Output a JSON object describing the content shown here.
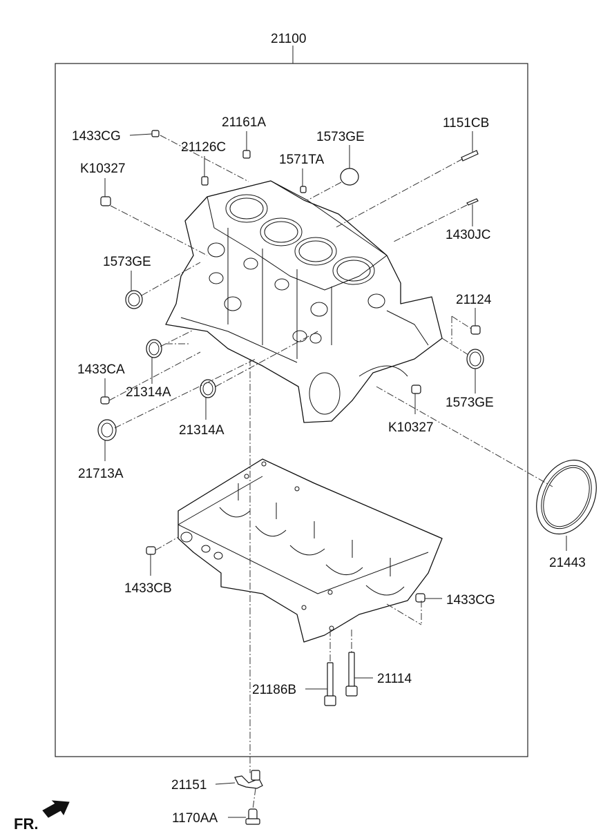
{
  "labels": {
    "assembly": "21100",
    "fr": "FR.",
    "l_1433CG_top": "1433CG",
    "l_21161A": "21161A",
    "l_21126C": "21126C",
    "l_1573GE_top": "1573GE",
    "l_1571TA": "1571TA",
    "l_1151CB": "1151CB",
    "l_K10327_top": "K10327",
    "l_1430JC": "1430JC",
    "l_1573GE_left": "1573GE",
    "l_21124": "21124",
    "l_1433CA": "1433CA",
    "l_21314A_a": "21314A",
    "l_1573GE_right": "1573GE",
    "l_21314A_b": "21314A",
    "l_K10327_bottom": "K10327",
    "l_21713A": "21713A",
    "l_21443": "21443",
    "l_1433CB": "1433CB",
    "l_1433CG_bottom": "1433CG",
    "l_21114": "21114",
    "l_21186B": "21186B",
    "l_21151": "21151",
    "l_1170AA": "1170AA"
  }
}
